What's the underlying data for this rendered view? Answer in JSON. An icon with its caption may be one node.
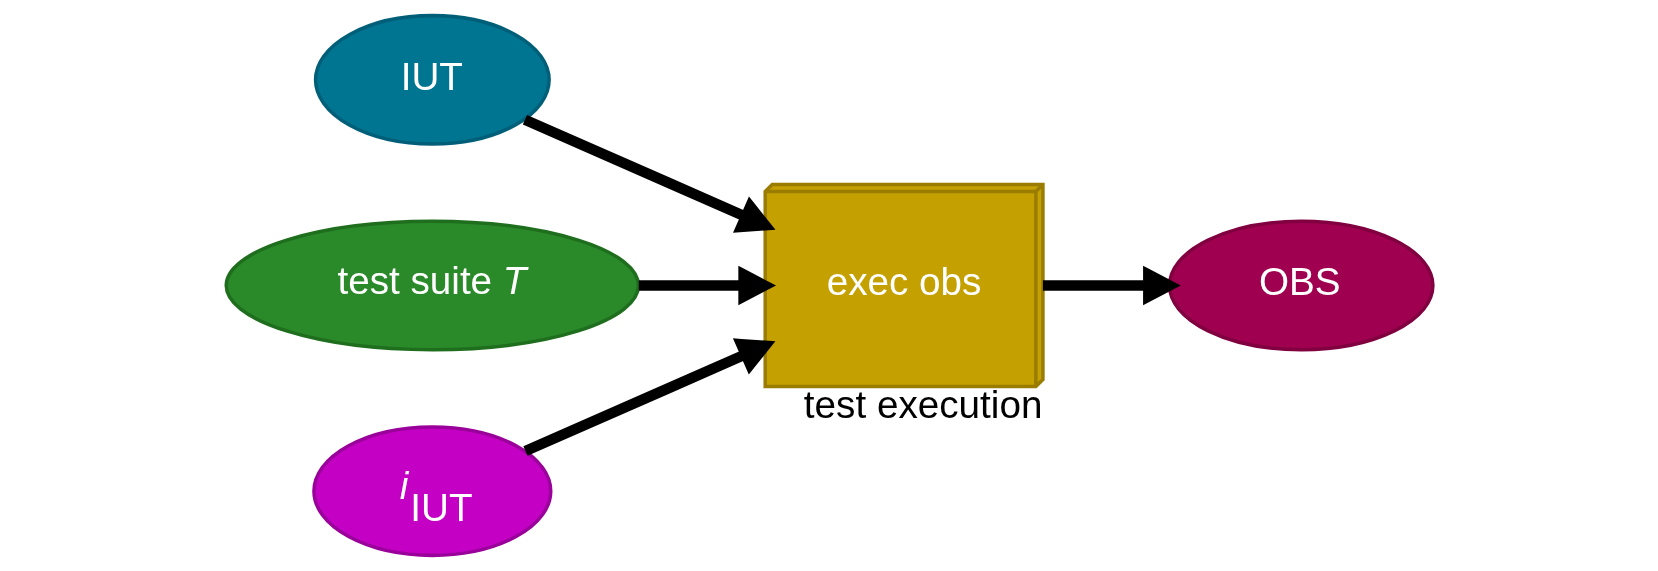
{
  "diagram": {
    "nodes": [
      {
        "text": [
          "IUT"
        ]
      },
      {
        "text": [
          "test suite *T*"
        ]
      },
      {
        "text": [
          "*i*$_{IUT}$"
        ]
      },
      {
        "text": [
          "exec obs"
        ],
        "beside": [
          "test execution"
        ]
      },
      {
        "text": [
          "OBS"
        ]
      }
    ],
    "edges": [
      {
        "from": 0,
        "to": 3,
        "arrow": "to"
      },
      {
        "from": 2,
        "to": 3,
        "arrow": "to"
      },
      {
        "from": 1,
        "to": 3,
        "arrow": "to"
      },
      {
        "from": 3,
        "to": 4,
        "arrow": "to"
      }
    ]
  }
}
